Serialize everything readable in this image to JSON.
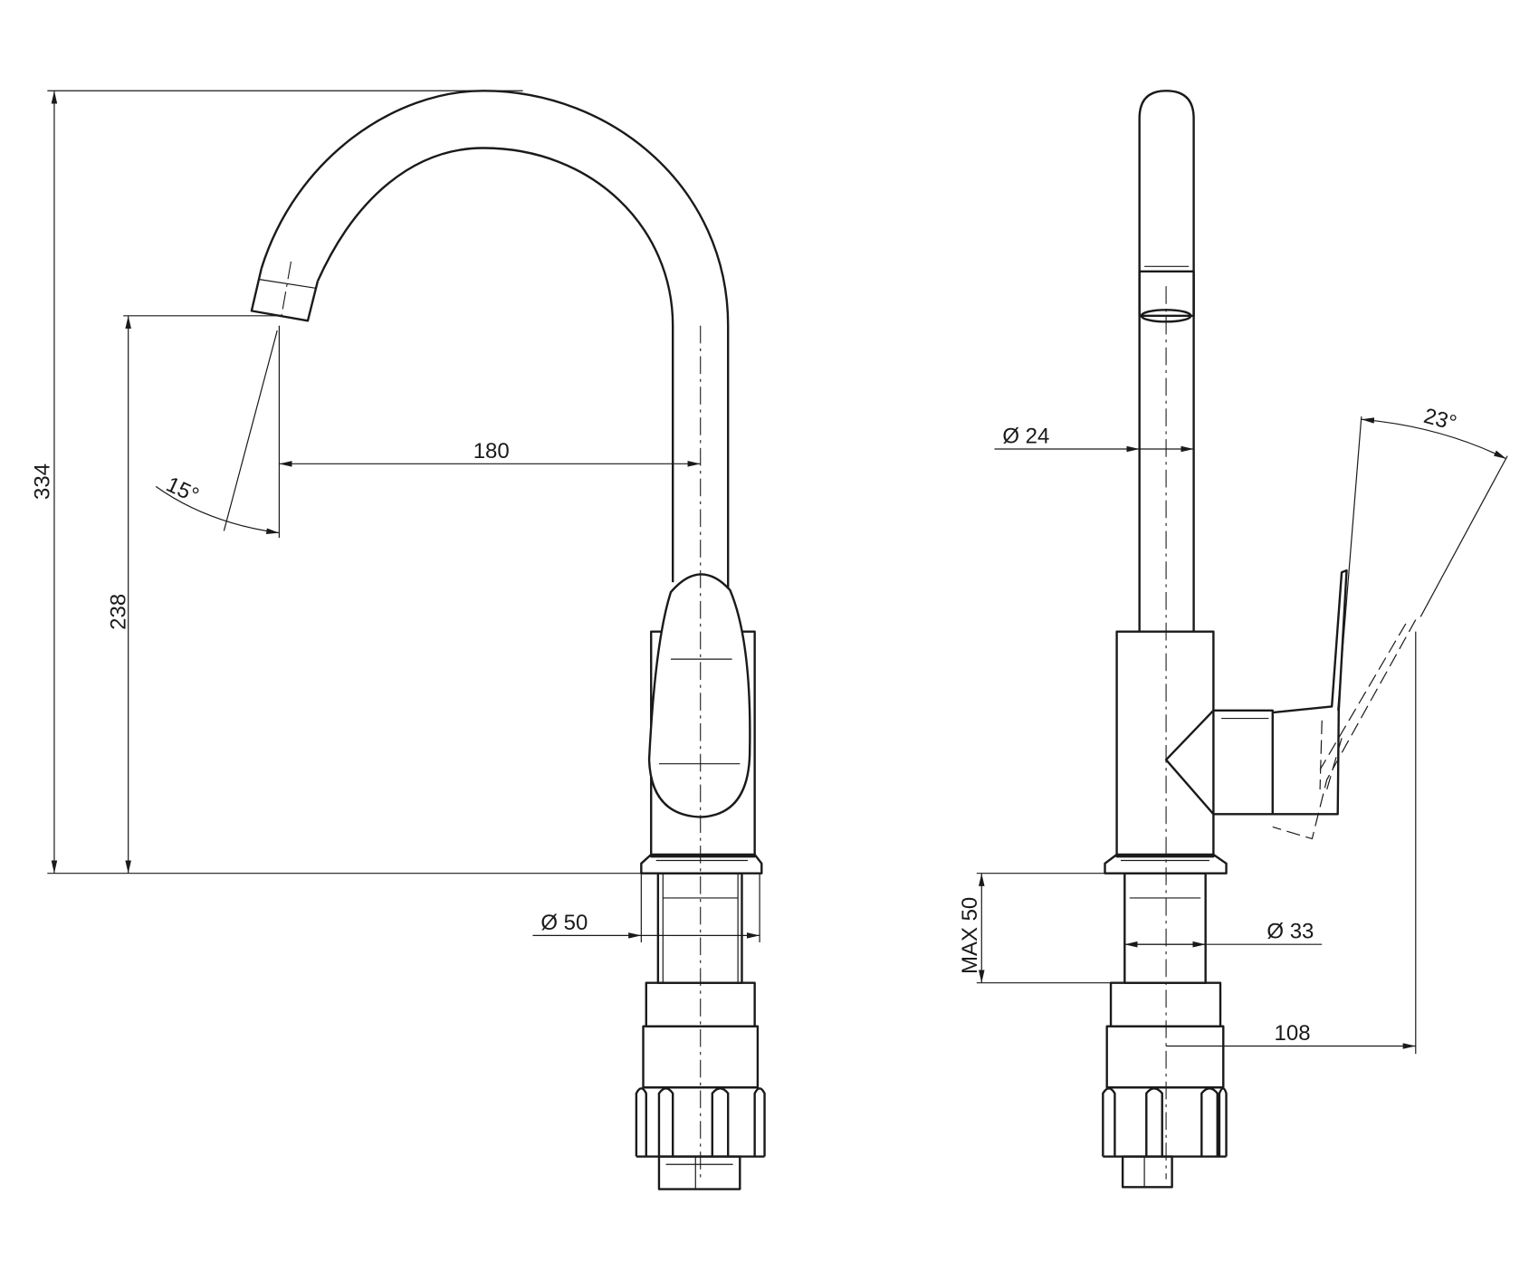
{
  "drawing": {
    "front_view": {
      "height_total": "334",
      "spout_height": "238",
      "spout_reach": "180",
      "spout_angle": "15°",
      "base_diameter": "Ø 50"
    },
    "side_view": {
      "spout_diameter": "Ø 24",
      "lever_angle": "23°",
      "max_deck_thickness": "MAX 50",
      "shank_diameter": "Ø 33",
      "lever_reach": "108"
    },
    "line_color": "#1a1a1a"
  }
}
